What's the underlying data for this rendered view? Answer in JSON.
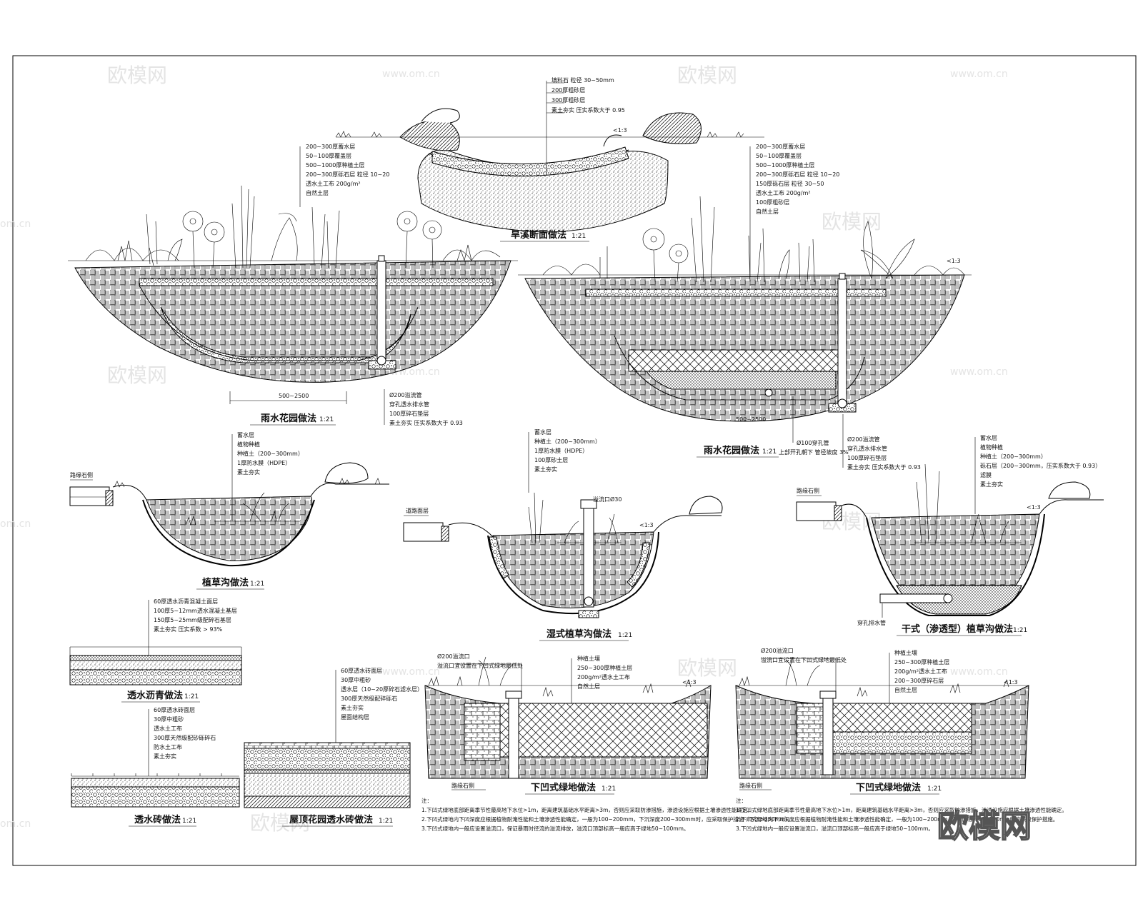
{
  "watermarks": {
    "brand": "欧模网",
    "site": "www.om.cn",
    "site_short": "om.cn"
  },
  "sections": {
    "dry_creek": {
      "title": "旱溪断面做法",
      "scale": "1:21",
      "slope": "<1:3",
      "layers": [
        "填料石 粒径 30~50mm",
        "200厚粗砂层",
        "300厚粗砂层",
        "素土夯实 压实系数大于 0.95"
      ]
    },
    "rain_garden_1": {
      "title": "雨水花园做法",
      "scale": "1:21",
      "dimension": "500~2500",
      "layers": [
        "200~300厚蓄水层",
        "50~100厚覆盖层",
        "500~1000厚种植土层",
        "200~300厚砾石层 粒径 10~20",
        "透水土工布 200g/m²",
        "自然土层"
      ],
      "pipe_layers": [
        "Ø200溢流管",
        "穿孔透水排水管",
        "100厚碎石垫层",
        "素土夯实 压实系数大于 0.93"
      ]
    },
    "rain_garden_2": {
      "title": "雨水花园做法",
      "scale": "1:21",
      "slope": "<1:3",
      "dimension": "500~2500",
      "layers": [
        "200~300厚蓄水层",
        "50~100厚覆盖层",
        "500~1000厚种植土层",
        "200~300厚砾石层 粒径 10~20",
        "150厚砾石层 粒径 30~50",
        "透水土工布 200g/m²",
        "100厚粗砂层",
        "自然土层"
      ],
      "pipe_note": "Ø100穿孔管",
      "pipe_note2": "上部开孔朝下 管径坡度 3%",
      "pipe_layers": [
        "Ø200溢流管",
        "穿孔透水排水管",
        "100厚碎石垫层",
        "素土夯实 压实系数大于 0.93"
      ]
    },
    "grass_swale": {
      "title": "植草沟做法",
      "scale": "1:21",
      "curb": "路缘石侧",
      "layers": [
        "蓄水层",
        "植物种植",
        "种植土（200~300mm）",
        "1厚防水膜（HDPE）",
        "素土夯实"
      ]
    },
    "wet_swale": {
      "title": "湿式植草沟做法",
      "scale": "1:21",
      "curb": "道路面层",
      "pipe": "溢流口Ø30",
      "slope": "<1:3",
      "layers": [
        "蓄水层",
        "种植土（200~300mm）",
        "1厚防水膜（HDPE）",
        "100厚砂土层",
        "素土夯实"
      ]
    },
    "dry_swale": {
      "title": "干式（渗透型）植草沟做法",
      "scale": "1:21",
      "curb": "路缘石侧",
      "pipe": "穿孔排水管",
      "slope": "<1:3",
      "layers": [
        "蓄水层",
        "植物种植",
        "种植土（200~300mm）",
        "砾石层（200~300mm，压实系数大于 0.93）",
        "滤膜",
        "素土夯实"
      ]
    },
    "permeable_asphalt": {
      "title": "透水沥青做法",
      "scale": "1:21",
      "layers": [
        "60厚透水沥青混凝土面层",
        "100厚5~12mm透水混凝土基层",
        "150厚5~25mm级配碎石基层",
        "素土夯实 压实系数 > 93%"
      ]
    },
    "permeable_brick": {
      "title": "透水砖做法",
      "scale": "1:21",
      "layers": [
        "60厚透水砖面层",
        "30厚中粗砂",
        "透水土工布",
        "300厚天然级配砂砾碎石",
        "防水土工布",
        "素土夯实"
      ]
    },
    "roof_brick": {
      "title": "屋顶花园透水砖做法",
      "scale": "1:21",
      "layers": [
        "60厚透水砖面层",
        "30厚中粗砂",
        "透水层（10~20厚碎石滤水层）",
        "300厚天然级配碎砾石",
        "素土夯实",
        "屋面结构层"
      ]
    },
    "sunken_green_1": {
      "title": "下凹式绿地做法",
      "scale": "1:21",
      "slope": "<1:3",
      "pipe": "Ø200溢流口",
      "pipe_note": "溢流口宜设置在下凹式绿地最低处",
      "layers": [
        "种植土壤",
        "250~300厚种植土层",
        "200g/m²透水土工布",
        "自然土层"
      ],
      "left_label": "路缘石侧",
      "notes_label": "注：",
      "notes": [
        "1.下凹式绿地底部距离季节性最高地下水位>1m，距离建筑基础水平距离>3m，否则应采取防渗措施，渗透设施应根据土壤渗透性能确定。",
        "2.下凹式绿地内下凹深度应根据植物耐淹性能和土壤渗透性能确定，一般为100~200mm，下沉深度200~300mm时，应采取保护措施（下沉>250mm）。",
        "3.下凹式绿地内一般应设置溢流口，保证暴雨时径流的溢流排放，溢流口顶部标高一般应高于绿地50~100mm。"
      ]
    },
    "sunken_green_2": {
      "title": "下凹式绿地做法",
      "scale": "1:21",
      "slope": "<1:3",
      "pipe": "Ø200溢流口",
      "pipe_note": "溢流口宜设置在下凹式绿地最低处",
      "layers": [
        "种植土壤",
        "250~300厚种植土层",
        "200g/m²透水土工布",
        "200~300厚碎石层",
        "自然土层"
      ],
      "left_label": "路缘石侧",
      "notes_label": "注：",
      "notes": [
        "1.下凹式绿地底部距离季节性最高地下水位>1m，距离建筑基础水平距离>3m，否则应采取防渗措施，渗透设施应根据土壤渗透性能确定。",
        "2.下凹式绿地内下凹深度应根据植物耐淹性能和土壤渗透性能确定，一般为100~200mm，下沉深度200~300mm时应采取保护措施。",
        "3.下凹式绿地内一般应设置溢流口，溢流口顶部标高一般应高于绿地50~100mm。"
      ]
    }
  }
}
